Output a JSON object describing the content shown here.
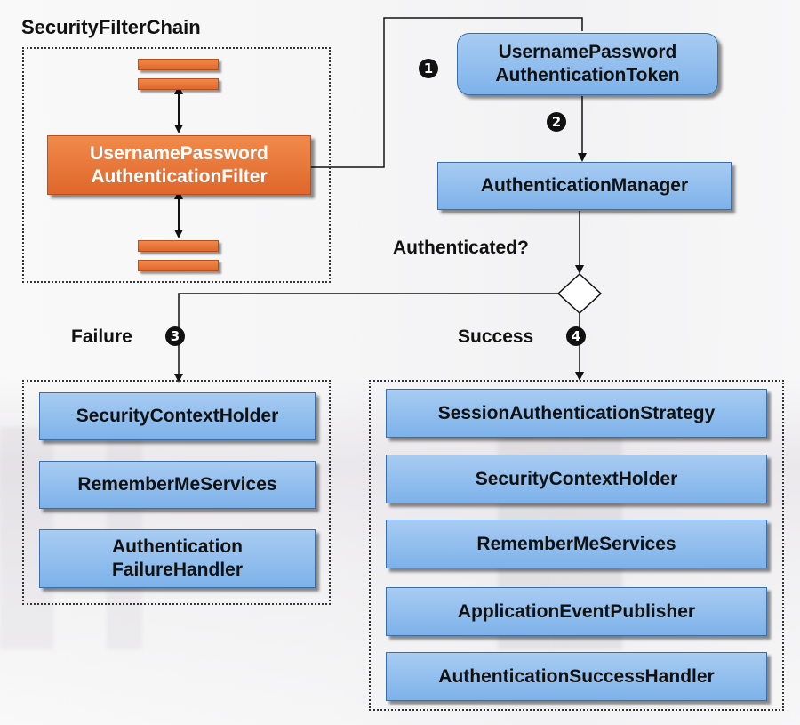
{
  "chain": {
    "title": "SecurityFilterChain",
    "filter_line1": "UsernamePassword",
    "filter_line2": "AuthenticationFilter"
  },
  "token": {
    "line1": "UsernamePassword",
    "line2": "AuthenticationToken"
  },
  "manager": {
    "label": "AuthenticationManager"
  },
  "decision": {
    "label": "Authenticated?"
  },
  "steps": {
    "one": "1",
    "two": "2",
    "three": "3",
    "four": "4"
  },
  "failure": {
    "label": "Failure",
    "items": [
      "SecurityContextHolder",
      "RememberMeServices"
    ],
    "handler_line1": "Authentication",
    "handler_line2": "FailureHandler"
  },
  "success": {
    "label": "Success",
    "items": [
      "SessionAuthenticationStrategy",
      "SecurityContextHolder",
      "RememberMeServices",
      "ApplicationEventPublisher",
      "AuthenticationSuccessHandler"
    ]
  },
  "colors": {
    "orange": "#e0672c",
    "blue": "#7db2ea",
    "line": "#222222"
  }
}
